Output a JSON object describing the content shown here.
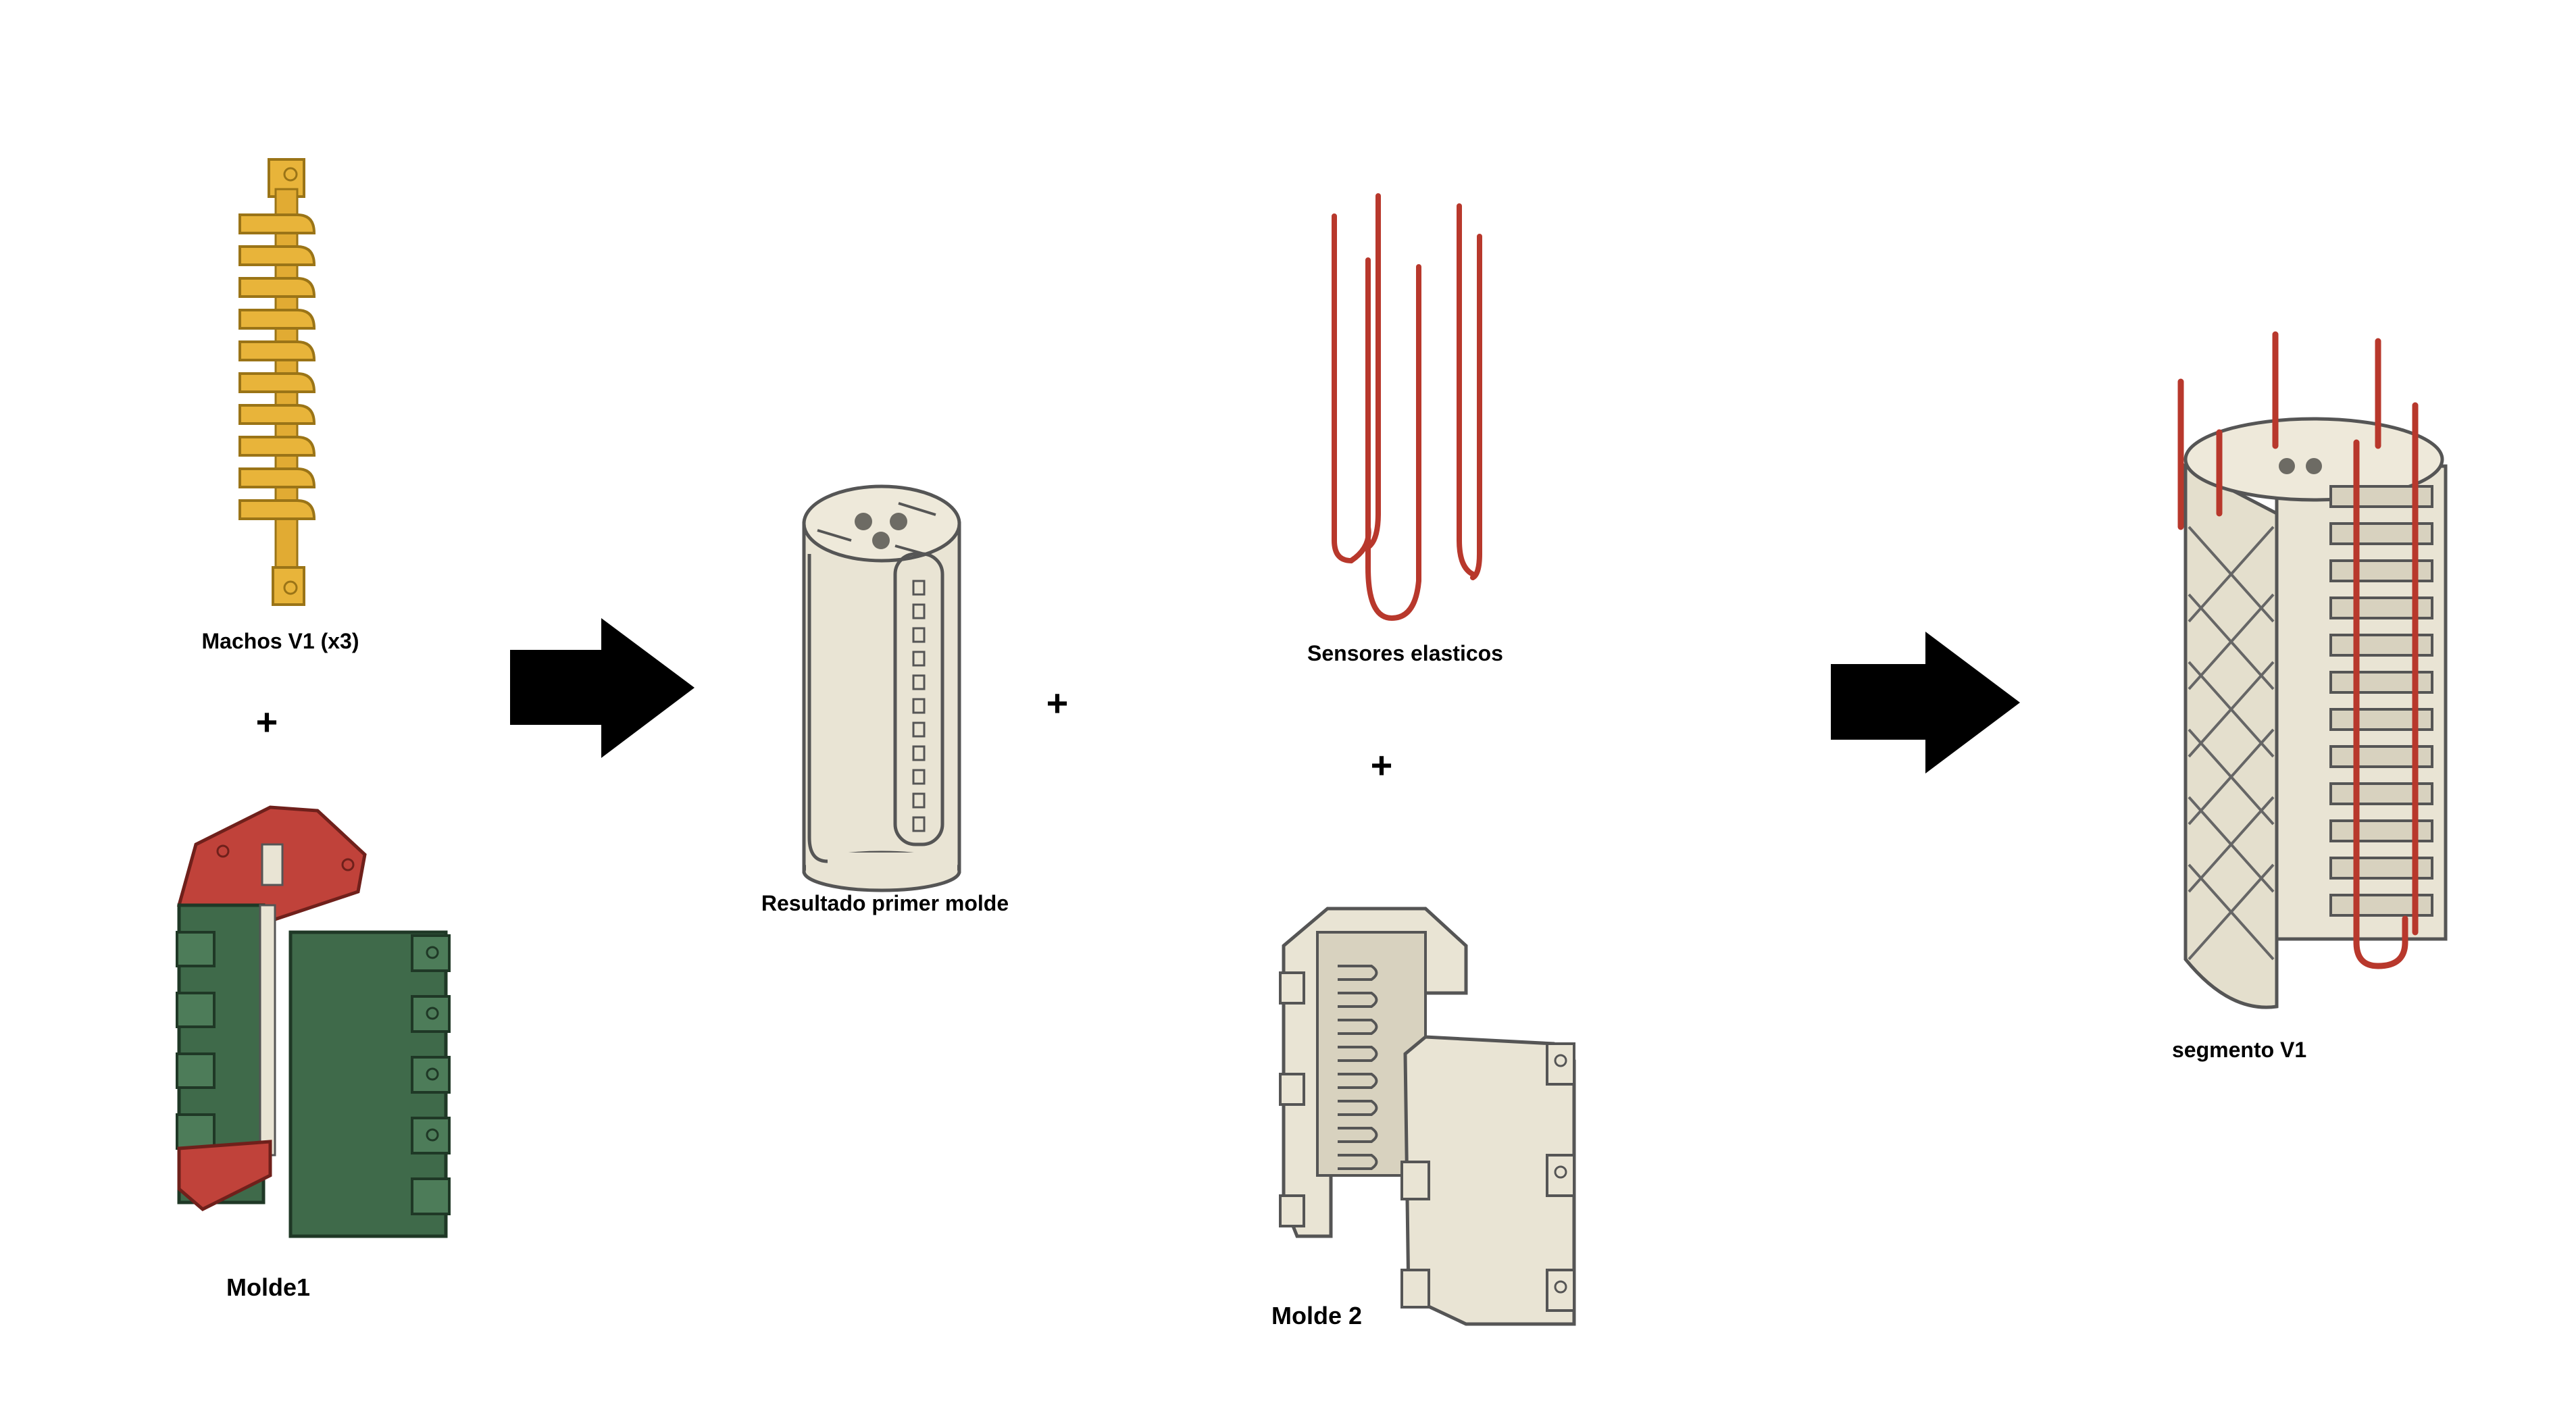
{
  "labels": {
    "machos": "Machos V1 (x3)",
    "molde1": "Molde1",
    "resultado": "Resultado primer molde",
    "sensores": "Sensores elasticos",
    "molde2": "Molde 2",
    "segmento": "segmento V1"
  },
  "symbols": {
    "plus": "+"
  },
  "colors": {
    "macho_fill": "#e8b43a",
    "macho_stroke": "#9a7417",
    "mold_red": "#c0423a",
    "mold_green": "#3f6a4a",
    "silicone": "#e9e4d4",
    "silicone_stroke": "#8e8a7c",
    "sensor_red": "#b8382c",
    "arrow": "#000000"
  },
  "icons": {
    "arrow": "arrow-right-icon"
  }
}
